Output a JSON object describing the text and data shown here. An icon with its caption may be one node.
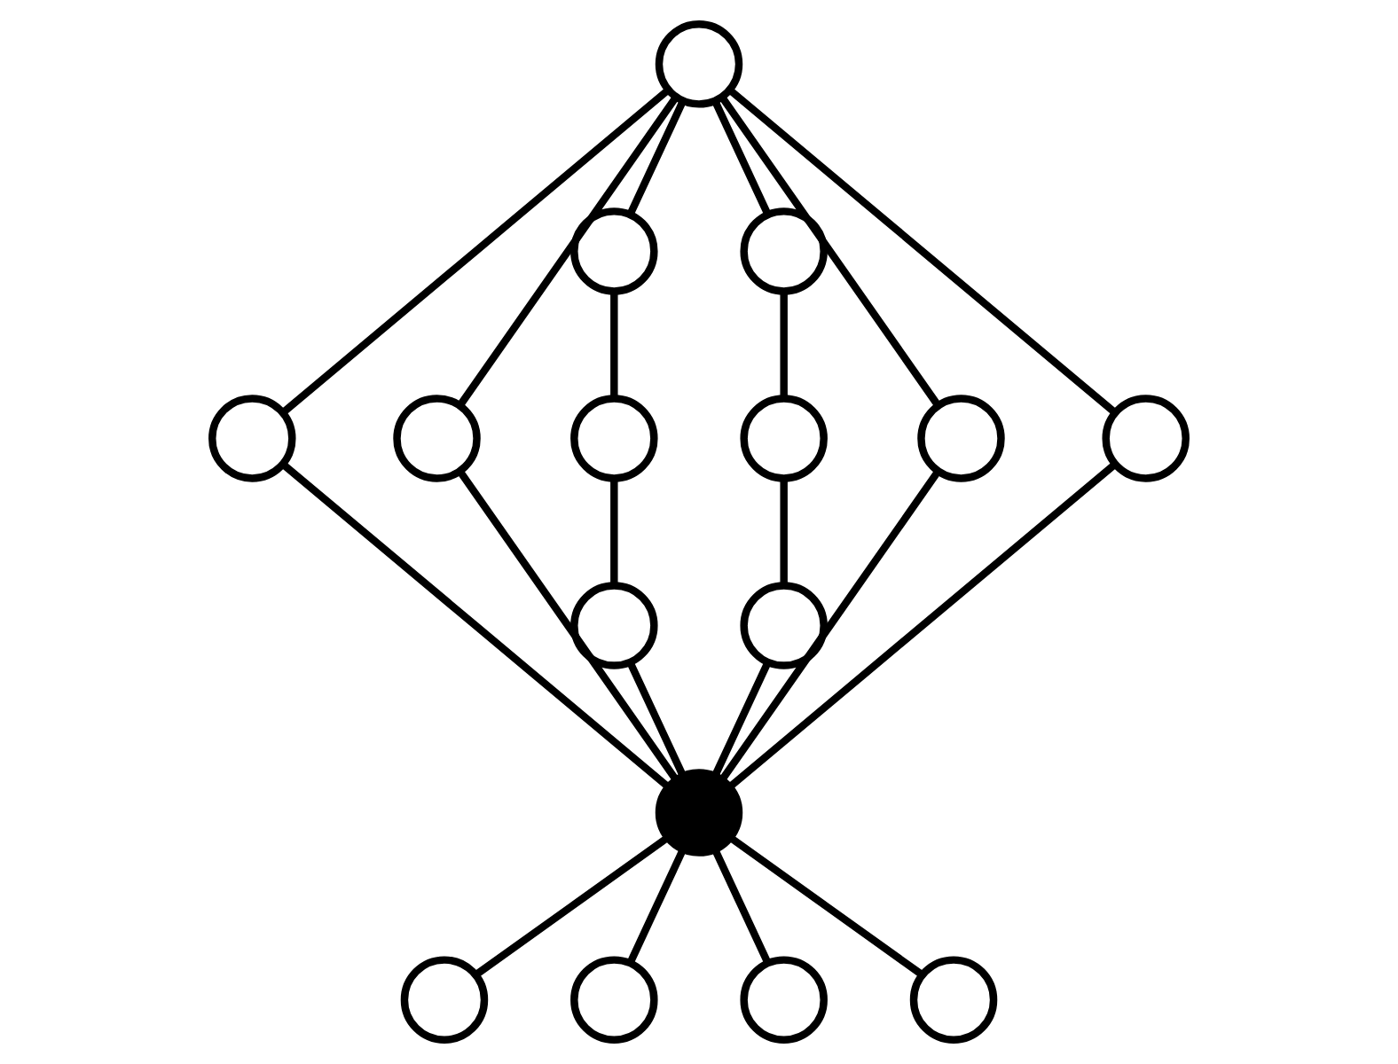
{
  "diagram": {
    "nodes": [
      {
        "text": [],
        "shape": "circle"
      },
      {
        "text": [],
        "shape": "circle"
      },
      {
        "text": [],
        "shape": "circle"
      },
      {
        "text": [],
        "shape": "circle"
      },
      {
        "text": [],
        "shape": "circle"
      },
      {
        "text": [],
        "shape": "circle"
      },
      {
        "text": [],
        "shape": "circle"
      },
      {
        "text": [],
        "shape": "circle"
      },
      {
        "text": [],
        "shape": "circle"
      },
      {
        "text": [],
        "shape": "circle"
      },
      {
        "text": [],
        "shape": "circle"
      },
      {
        "text": [],
        "shape": "circle"
      },
      {
        "text": [],
        "shape": "circle"
      },
      {
        "text": [],
        "shape": "circle"
      },
      {
        "text": [],
        "shape": "circle"
      },
      {
        "text": [],
        "shape": "circle"
      }
    ],
    "edges": [
      {
        "from": 0,
        "to": 3,
        "arrow": "none"
      },
      {
        "from": 0,
        "to": 4,
        "arrow": "none"
      },
      {
        "from": 0,
        "to": 1,
        "arrow": "none"
      },
      {
        "from": 0,
        "to": 2,
        "arrow": "none"
      },
      {
        "from": 0,
        "to": 7,
        "arrow": "none"
      },
      {
        "from": 0,
        "to": 8,
        "arrow": "none"
      },
      {
        "from": 1,
        "to": 5,
        "arrow": "none"
      },
      {
        "from": 2,
        "to": 6,
        "arrow": "none"
      },
      {
        "from": 5,
        "to": 9,
        "arrow": "none"
      },
      {
        "from": 6,
        "to": 10,
        "arrow": "none"
      },
      {
        "from": 3,
        "to": 11,
        "arrow": "none"
      },
      {
        "from": 4,
        "to": 11,
        "arrow": "none"
      },
      {
        "from": 9,
        "to": 11,
        "arrow": "none"
      },
      {
        "from": 10,
        "to": 11,
        "arrow": "none"
      },
      {
        "from": 7,
        "to": 11,
        "arrow": "none"
      },
      {
        "from": 8,
        "to": 11,
        "arrow": "none"
      },
      {
        "from": 11,
        "to": 12,
        "arrow": "none"
      },
      {
        "from": 11,
        "to": 13,
        "arrow": "none"
      },
      {
        "from": 11,
        "to": 14,
        "arrow": "none"
      },
      {
        "from": 11,
        "to": 15,
        "arrow": "none"
      }
    ]
  }
}
